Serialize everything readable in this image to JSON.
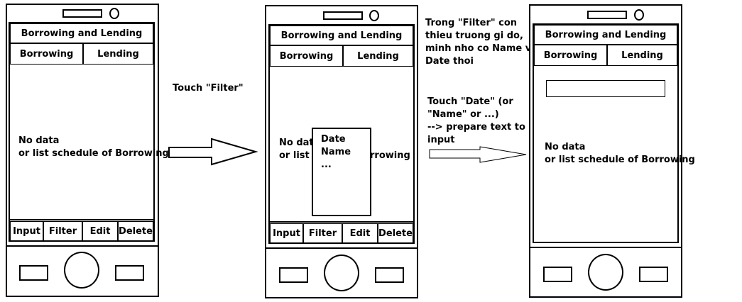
{
  "phones": [
    {
      "title": "Borrowing and Lending",
      "tabs": [
        "Borrowing",
        "Lending"
      ],
      "content": [
        "No data",
        "or list schedule of Borrowing"
      ],
      "toolbar": [
        "Input",
        "Filter",
        "Edit",
        "Delete"
      ]
    },
    {
      "title": "Borrowing and Lending",
      "tabs": [
        "Borrowing",
        "Lending"
      ],
      "content": [
        "No data",
        "or list sc",
        "rrowing"
      ],
      "popup": [
        "Date",
        "Name",
        "..."
      ],
      "toolbar": [
        "Input",
        "Filter",
        "Edit",
        "Delete"
      ]
    },
    {
      "title": "Borrowing and Lending",
      "tabs": [
        "Borrowing",
        "Lending"
      ],
      "content": [
        "No data",
        "or list schedule of Borrowing"
      ],
      "input_value": ""
    }
  ],
  "annotations": {
    "step1": "Touch \"Filter\"",
    "note": "Trong \"Filter\" con\nthieu truong gi do,\nminh nho co Name va\nDate thoi",
    "step2": "Touch \"Date\" (or\n\"Name\" or ...)\n--> prepare text to\ninput"
  }
}
